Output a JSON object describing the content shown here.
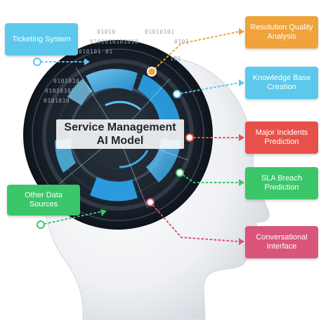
{
  "diagram": {
    "center_title": {
      "line1": "Service Management",
      "line2": "AI Model"
    },
    "inputs": [
      {
        "id": "ticketing",
        "label": "Ticketing System",
        "color": "#5bc8ec"
      },
      {
        "id": "other",
        "label": "Other Data\nSources",
        "color": "#3cc66a"
      }
    ],
    "outputs": [
      {
        "id": "resolution",
        "label": "Resolution Quality\nAnalysis",
        "color": "#f0a23b"
      },
      {
        "id": "knowledge",
        "label": "Knowledge Base\nCreation",
        "color": "#5bc8ec"
      },
      {
        "id": "incidents",
        "label": "Major Incidents\nPrediction",
        "color": "#e8514a"
      },
      {
        "id": "sla",
        "label": "SLA Breach\nPrediction",
        "color": "#3cc66a"
      },
      {
        "id": "conversational",
        "label": "Conversational\nInterface",
        "color": "#d9557a"
      }
    ],
    "binary": [
      "01010",
      "01010101",
      "0101010101010",
      "0101",
      "010101",
      "01",
      "101",
      "0101010",
      "01010101",
      "0101010"
    ]
  }
}
